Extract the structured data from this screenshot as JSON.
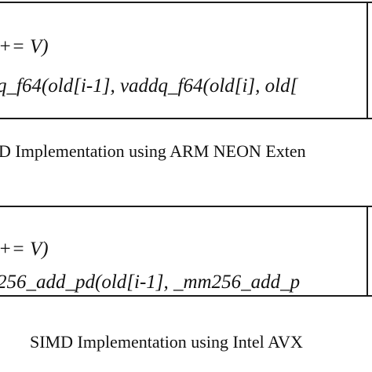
{
  "panels": [
    {
      "code_lines": [
        "+= V)",
        "q_f64(old[i-1], vaddq_f64(old[i], old["
      ],
      "caption": "D Implementation using ARM NEON Exten"
    },
    {
      "code_lines": [
        "+= V)",
        "256_add_pd(old[i-1], _mm256_add_p"
      ],
      "caption": "SIMD Implementation using Intel AVX"
    }
  ]
}
